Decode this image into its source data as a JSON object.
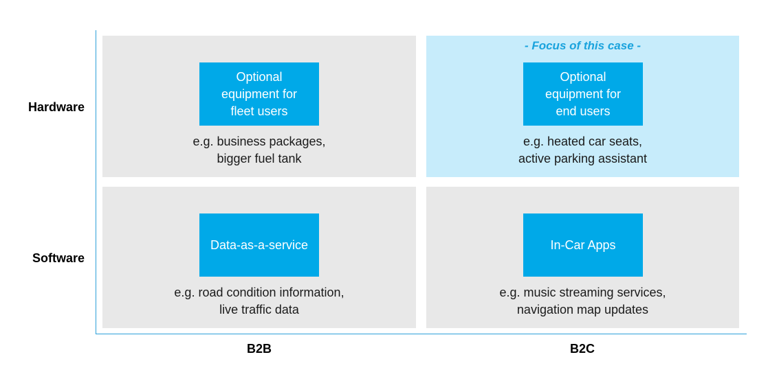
{
  "axes": {
    "rows": [
      "Hardware",
      "Software"
    ],
    "columns": [
      "B2B",
      "B2C"
    ]
  },
  "focus_note": "- Focus of this case -",
  "cells": {
    "hw_b2b": {
      "box_lines": [
        "Optional",
        "equipment for",
        "fleet users"
      ],
      "example_lines": [
        "e.g.  business packages,",
        "bigger fuel tank"
      ]
    },
    "hw_b2c": {
      "box_lines": [
        "Optional",
        "equipment for",
        "end users"
      ],
      "example_lines": [
        "e.g.  heated car seats,",
        "active parking assistant"
      ]
    },
    "sw_b2b": {
      "box_lines": [
        "Data-as-a-service"
      ],
      "example_lines": [
        "e.g.  road condition information,",
        "live traffic data"
      ]
    },
    "sw_b2c": {
      "box_lines": [
        "In-Car Apps"
      ],
      "example_lines": [
        "e.g.  music streaming services,",
        "navigation map updates"
      ]
    }
  },
  "colors": {
    "box_fill": "#00a9e8",
    "cell_fill": "#e8e8e8",
    "focus_fill": "#c7ecfb",
    "axis_line": "#2b9fd9",
    "focus_text": "#1aa3dd"
  }
}
